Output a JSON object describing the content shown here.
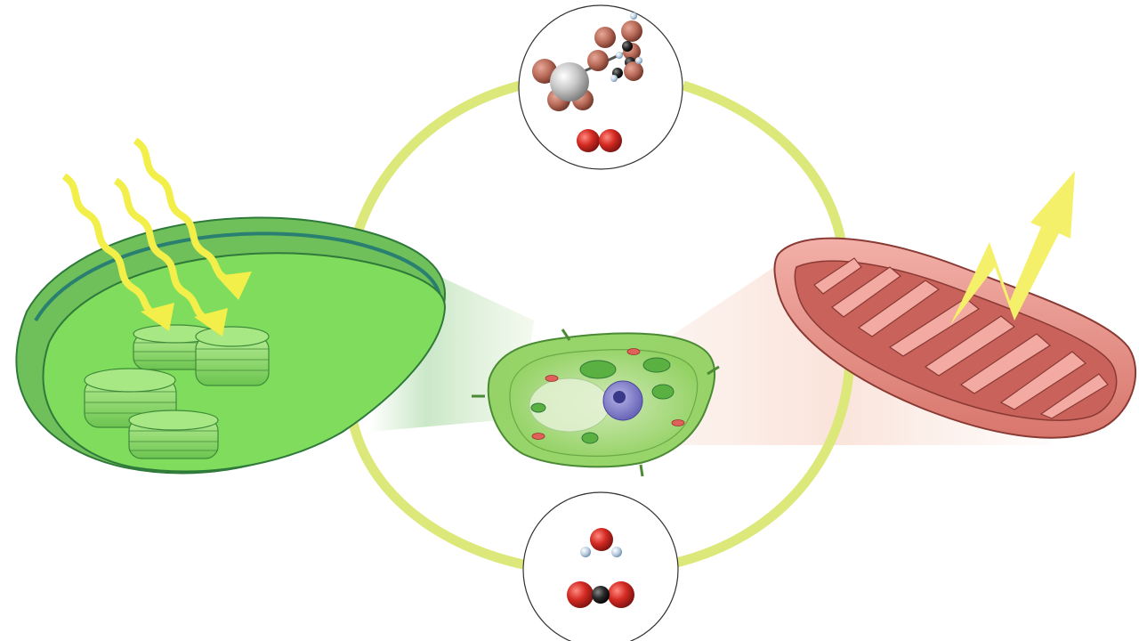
{
  "colors": {
    "cycle_arrow": "#dce87a",
    "chloroplast_light": "#7fdc5c",
    "chloroplast_rim": "#5fb84a",
    "chloroplast_edge": "#2f7a3a",
    "thylakoid": "#8fdc6a",
    "sunlight": "#f2ee4a",
    "mitochondrion": "#e88e86",
    "mitochondrion_dark": "#b8504a",
    "energy_bolt": "#f4f06a",
    "oxygen_atom": "#d42a22",
    "carbon_atom": "#2a2a2a",
    "hydrogen_atom": "#c8d8e8",
    "glucose_atom": "#b86a58",
    "cell_green": "#8ccf5a"
  },
  "icons": {
    "chloroplast": "chloroplast-illustration",
    "mitochondrion": "mitochondrion-illustration",
    "plant_cell": "plant-cell-illustration",
    "sunlight": "sunlight-wave-icon",
    "energy": "energy-bolt-icon",
    "glucose_oxygen": "glucose-and-oxygen-molecules",
    "water_co2": "water-and-carbon-dioxide-molecules"
  }
}
